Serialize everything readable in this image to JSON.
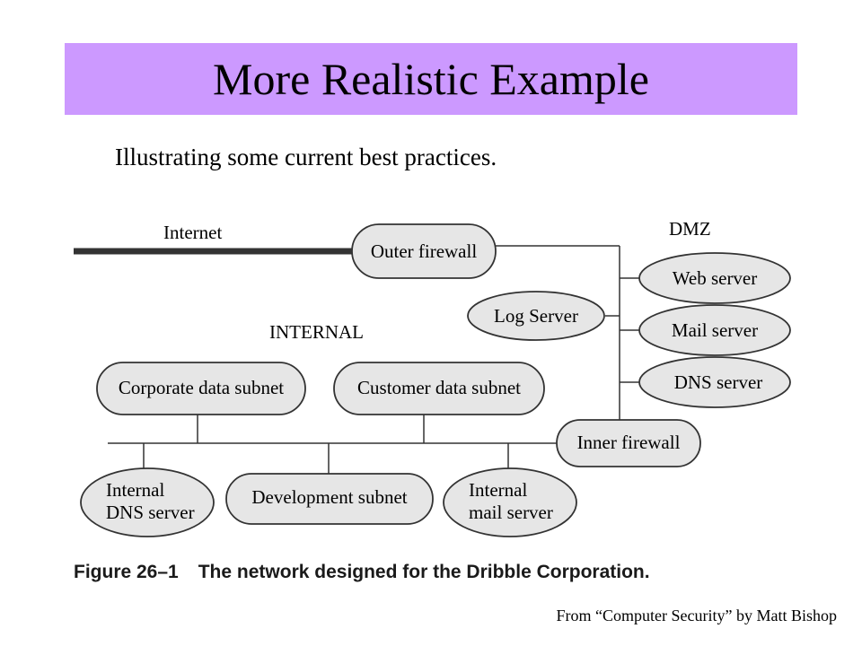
{
  "slide": {
    "title": "More Realistic Example",
    "subtitle": "Illustrating some current best practices."
  },
  "figure": {
    "internet_label": "Internet",
    "zones": {
      "dmz": "DMZ",
      "internal": "INTERNAL"
    },
    "nodes": {
      "outer_firewall": "Outer firewall",
      "web_server": "Web server",
      "mail_server": "Mail server",
      "dns_server": "DNS server",
      "log_server": "Log Server",
      "corporate_subnet": "Corporate data subnet",
      "customer_subnet": "Customer data subnet",
      "inner_firewall": "Inner firewall",
      "internal_dns": [
        "Internal",
        "DNS server"
      ],
      "development_subnet": "Development subnet",
      "internal_mail": [
        "Internal",
        "mail server"
      ]
    },
    "caption_number": "Figure 26–1",
    "caption_text": "The network designed for the Dribble Corporation."
  },
  "credit": "From “Computer Security” by Matt Bishop",
  "colors": {
    "title_bar": "#cc99ff",
    "node_fill": "#e6e6e6",
    "line": "#333333"
  }
}
